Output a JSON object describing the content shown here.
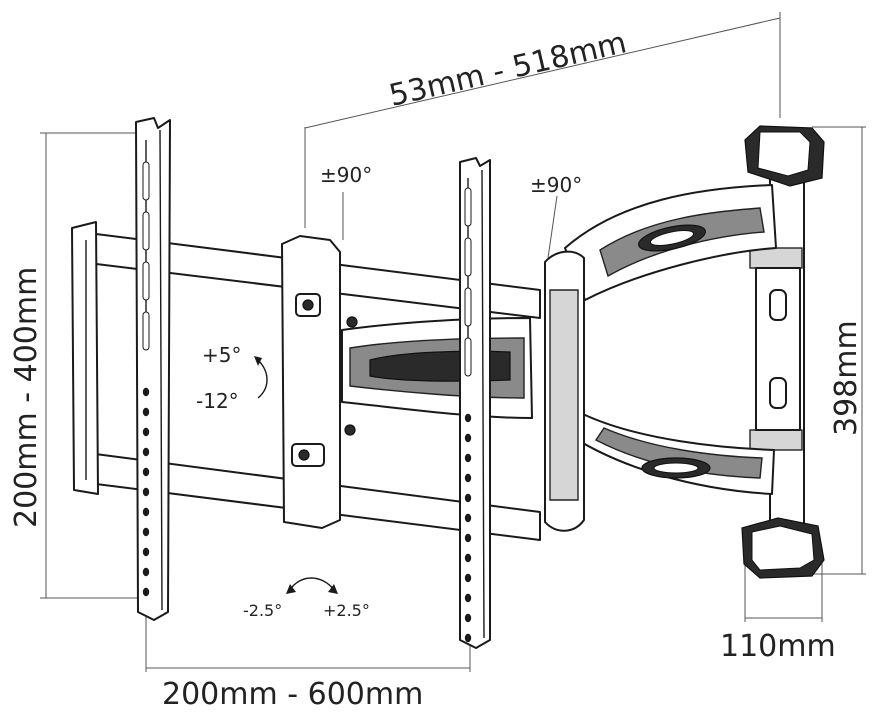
{
  "labels": {
    "arm_extension": "53mm - 518mm",
    "swivel_left": "±90°",
    "swivel_right": "±90°",
    "tilt_up": "+5°",
    "tilt_down": "-12°",
    "level_left": "-2.5°",
    "level_right": "+2.5°",
    "vertical_vesa": "200mm - 400mm",
    "horizontal_vesa": "200mm - 600mm",
    "wall_plate_height": "398mm",
    "wall_plate_depth": "110mm"
  }
}
